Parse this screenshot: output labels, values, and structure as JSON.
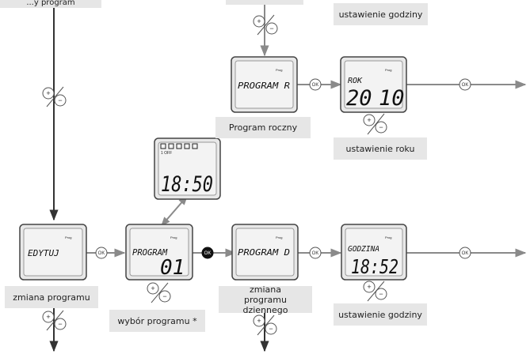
{
  "captions": {
    "top_left": "...y program",
    "top_right": "ustawienie godziny",
    "program_roczny": "Program roczny",
    "ustawienie_roku": "ustawienie roku",
    "zmiana_programu": "zmiana programu",
    "wybor_programu": "wybór programu *",
    "zmiana_programu_dziennego": "zmiana programu dziennego",
    "ustawienie_godziny": "ustawienie godziny"
  },
  "screens": {
    "program_r": {
      "indicator": "Prog",
      "text": "PROGRAM R"
    },
    "rok": {
      "indicator": "Prog",
      "label": "ROK",
      "left": "20",
      "right": "10"
    },
    "edytuj": {
      "indicator": "Prog",
      "text": "EDYTUJ"
    },
    "program_01": {
      "indicator": "Prog",
      "label": "PROGRAM",
      "number": "01"
    },
    "program_d": {
      "indicator": "Prog",
      "text": "PROGRAM D"
    },
    "godzina": {
      "indicator": "Prog",
      "label": "GODZINA",
      "time": "18:52"
    },
    "time_preview": {
      "days": "1 OFF",
      "time": "18:50"
    }
  },
  "buttons": {
    "ok": "OK",
    "plus": "+",
    "minus": "−"
  },
  "colors": {
    "arrow": "#888888",
    "caption_bg": "#e6e6e6",
    "screen_bg": "#e8e8e8",
    "dark_ok": "#111111"
  }
}
